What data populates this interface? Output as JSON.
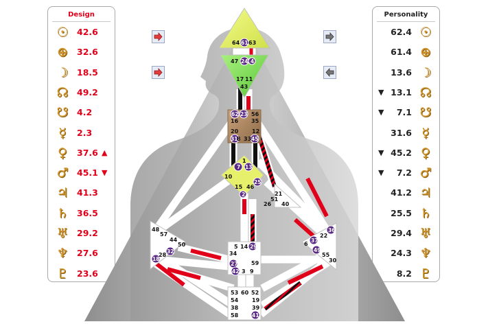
{
  "design": {
    "title": "Design",
    "planets": [
      {
        "icon": "sun-icon",
        "glyph": "☉",
        "value": "42.6",
        "arrow": ""
      },
      {
        "icon": "earth-icon",
        "glyph": "⊕",
        "value": "32.6",
        "arrow": ""
      },
      {
        "icon": "moon-icon",
        "glyph": "☽",
        "value": "18.5",
        "arrow": ""
      },
      {
        "icon": "north-node-icon",
        "glyph": "☊",
        "value": "49.2",
        "arrow": ""
      },
      {
        "icon": "south-node-icon",
        "glyph": "☋",
        "value": "4.2",
        "arrow": ""
      },
      {
        "icon": "mercury-icon",
        "glyph": "☿",
        "value": "2.3",
        "arrow": ""
      },
      {
        "icon": "venus-icon",
        "glyph": "♀",
        "value": "37.6",
        "arrow": "▲"
      },
      {
        "icon": "mars-icon",
        "glyph": "♂",
        "value": "45.1",
        "arrow": "▼"
      },
      {
        "icon": "jupiter-icon",
        "glyph": "♃",
        "value": "41.3",
        "arrow": ""
      },
      {
        "icon": "saturn-icon",
        "glyph": "♄",
        "value": "36.5",
        "arrow": ""
      },
      {
        "icon": "uranus-icon",
        "glyph": "♅",
        "value": "29.2",
        "arrow": ""
      },
      {
        "icon": "neptune-icon",
        "glyph": "♆",
        "value": "27.6",
        "arrow": ""
      },
      {
        "icon": "pluto-icon",
        "glyph": "♇",
        "value": "23.6",
        "arrow": ""
      }
    ]
  },
  "personality": {
    "title": "Personality",
    "planets": [
      {
        "icon": "sun-icon",
        "glyph": "☉",
        "value": "62.4",
        "arrow": ""
      },
      {
        "icon": "earth-icon",
        "glyph": "⊕",
        "value": "61.4",
        "arrow": ""
      },
      {
        "icon": "moon-icon",
        "glyph": "☽",
        "value": "13.6",
        "arrow": ""
      },
      {
        "icon": "north-node-icon",
        "glyph": "☊",
        "value": "13.1",
        "arrow": "▼"
      },
      {
        "icon": "south-node-icon",
        "glyph": "☋",
        "value": "7.1",
        "arrow": "▼"
      },
      {
        "icon": "mercury-icon",
        "glyph": "☿",
        "value": "31.6",
        "arrow": ""
      },
      {
        "icon": "venus-icon",
        "glyph": "♀",
        "value": "45.2",
        "arrow": "▼"
      },
      {
        "icon": "mars-icon",
        "glyph": "♂",
        "value": "7.2",
        "arrow": "▼"
      },
      {
        "icon": "jupiter-icon",
        "glyph": "♃",
        "value": "41.2",
        "arrow": ""
      },
      {
        "icon": "saturn-icon",
        "glyph": "♄",
        "value": "25.5",
        "arrow": ""
      },
      {
        "icon": "uranus-icon",
        "glyph": "♅",
        "value": "29.4",
        "arrow": ""
      },
      {
        "icon": "neptune-icon",
        "glyph": "♆",
        "value": "24.3",
        "arrow": ""
      },
      {
        "icon": "pluto-icon",
        "glyph": "♇",
        "value": "8.2",
        "arrow": ""
      }
    ]
  },
  "nav": {
    "design_forward_icon": "arrow-right-icon",
    "design_back_icon": "arrow-right-icon",
    "personality_forward_icon": "arrow-right-icon",
    "personality_back_icon": "arrow-left-icon"
  },
  "colors": {
    "design": "#e0001a",
    "personality": "#222222",
    "head_center": "#e5f56b",
    "ajna_center": "#7fe05a",
    "spleen_center": "#b8916a",
    "g_center": "#e7f06a",
    "gate_badge": "#5b2a86"
  },
  "gates": {
    "g64": "64",
    "g61": "61",
    "g63": "63",
    "g47": "47",
    "g24": "24",
    "g4": "4",
    "g17": "17",
    "g11": "11",
    "g43": "43",
    "g62": "62",
    "g23": "23",
    "g56": "56",
    "g16": "16",
    "g35": "35",
    "g20": "20",
    "g12": "12",
    "g31": "31",
    "g8": "8",
    "g33": "33",
    "g45": "45",
    "g1": "1",
    "g7": "7",
    "g13": "13",
    "g10": "10",
    "g25": "25",
    "g15": "15",
    "g46": "46",
    "g2": "2",
    "g21": "21",
    "g51": "51",
    "g26": "26",
    "g40": "40",
    "g48": "48",
    "g57": "57",
    "g44": "44",
    "g50": "50",
    "g32": "32",
    "g28": "28",
    "g18": "18",
    "g5": "5",
    "g14": "14",
    "g29": "29",
    "g34": "34",
    "g27": "27",
    "g59": "59",
    "g42": "42",
    "g3": "3",
    "g9": "9",
    "g36": "36",
    "g22": "22",
    "g6": "6",
    "g37": "37",
    "g49": "49",
    "g55": "55",
    "g30": "30",
    "g53": "53",
    "g60": "60",
    "g52": "52",
    "g54": "54",
    "g19": "19",
    "g38": "38",
    "g39": "39",
    "g58": "58",
    "g41": "41"
  }
}
